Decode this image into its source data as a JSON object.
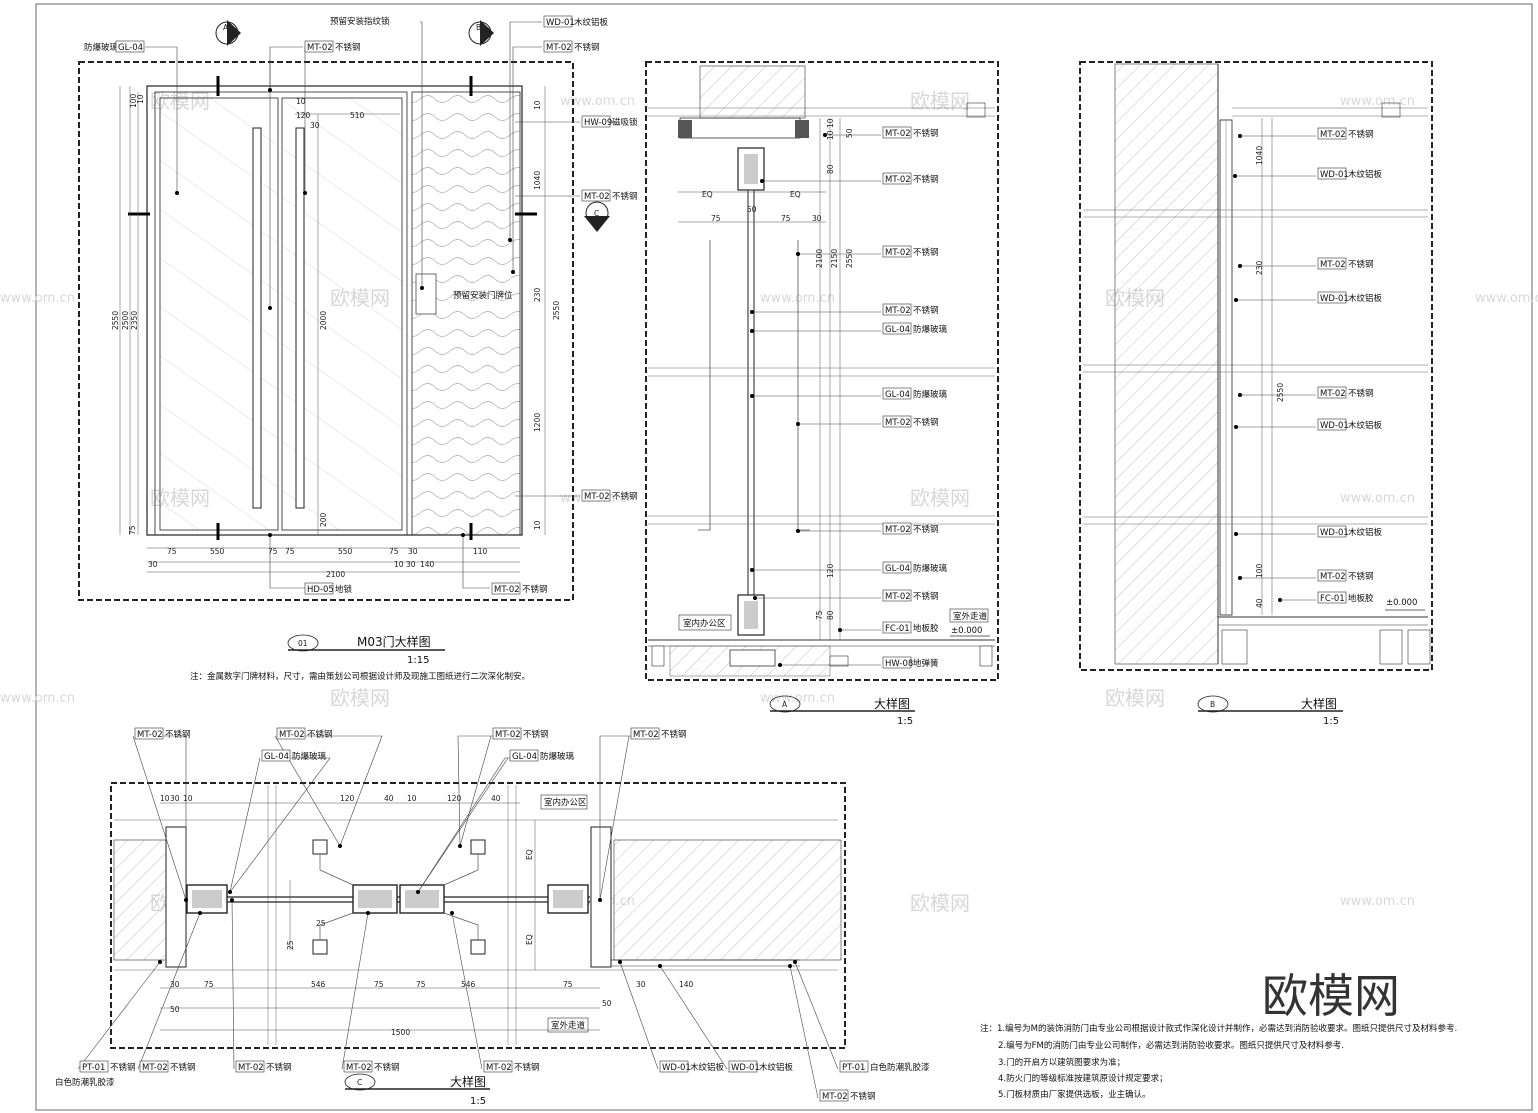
{
  "elevation": {
    "title_no": "01",
    "title": "M03门大样图",
    "scale": "1:15",
    "note": "注：金属数字门牌材料，尺寸，需由策划公司根据设计师及现施工图纸进行二次深化制安。",
    "section_marks": [
      "A",
      "B",
      "C"
    ],
    "labels": {
      "fingerprint_lock": "预留安装指纹锁",
      "gl04": "GL-04",
      "gl04_name": "防爆玻璃",
      "mt02": "MT-02",
      "mt02_name": "不锈钢",
      "wd01": "WD-01",
      "wd01_name": "木纹铝板",
      "hw09": "HW-09",
      "hw09_name": "磁吸锁",
      "door_plate": "预留安装门牌位",
      "hd05": "HD-05",
      "hd05_name": "地锁"
    },
    "dims_top": [
      "510",
      "120",
      "10",
      "30"
    ],
    "dims_left": [
      "2550",
      "2500",
      "2350",
      "75",
      "10",
      "100"
    ],
    "dims_mid": [
      "2000",
      "200"
    ],
    "dims_right": [
      "1040",
      "230",
      "1200",
      "2550",
      "10",
      "10"
    ],
    "dims_bottom": [
      "75",
      "550",
      "75",
      "75",
      "550",
      "75",
      "30",
      "10",
      "30",
      "30",
      "140",
      "110",
      "2100"
    ]
  },
  "detail_a": {
    "mark": "A",
    "title": "大样图",
    "scale": "1:5",
    "callouts": [
      {
        "code": "MT-02",
        "name": "不锈钢"
      },
      {
        "code": "MT-02",
        "name": "不锈钢"
      },
      {
        "code": "MT-02",
        "name": "不锈钢"
      },
      {
        "code": "MT-02",
        "name": "不锈钢"
      },
      {
        "code": "GL-04",
        "name": "防爆玻璃"
      },
      {
        "code": "GL-04",
        "name": "防爆玻璃"
      },
      {
        "code": "MT-02",
        "name": "不锈钢"
      },
      {
        "code": "MT-02",
        "name": "不锈钢"
      },
      {
        "code": "GL-04",
        "name": "防爆玻璃"
      },
      {
        "code": "MT-02",
        "name": "不锈钢"
      },
      {
        "code": "FC-01",
        "name": "地板胶"
      },
      {
        "code": "HW-08",
        "name": "地弹簧"
      }
    ],
    "room_inside": "室内办公区",
    "room_outside": "室外走道",
    "level": "±0.000",
    "dims": [
      "EQ",
      "EQ",
      "75",
      "75",
      "50",
      "30",
      "10",
      "10",
      "50",
      "80",
      "2150",
      "2550",
      "2100",
      "120",
      "75",
      "80"
    ]
  },
  "detail_b": {
    "mark": "B",
    "title": "大样图",
    "scale": "1:5",
    "callouts": [
      {
        "code": "MT-02",
        "name": "不锈钢"
      },
      {
        "code": "WD-01",
        "name": "木纹铝板"
      },
      {
        "code": "MT-02",
        "name": "不锈钢"
      },
      {
        "code": "WD-01",
        "name": "木纹铝板"
      },
      {
        "code": "MT-02",
        "name": "不锈钢"
      },
      {
        "code": "WD-01",
        "name": "木纹铝板"
      },
      {
        "code": "WD-01",
        "name": "木纹铝板"
      },
      {
        "code": "MT-02",
        "name": "不锈钢"
      },
      {
        "code": "FC-01",
        "name": "地板胶"
      }
    ],
    "level": "±0.000",
    "dims": [
      "1040",
      "230",
      "2550",
      "100",
      "40"
    ]
  },
  "detail_c": {
    "mark": "C",
    "title": "大样图",
    "scale": "1:5",
    "top_callouts": [
      {
        "code": "MT-02",
        "name": "不锈钢"
      },
      {
        "code": "MT-02",
        "name": "不锈钢"
      },
      {
        "code": "GL-04",
        "name": "防爆玻璃"
      },
      {
        "code": "MT-02",
        "name": "不锈钢"
      },
      {
        "code": "GL-04",
        "name": "防爆玻璃"
      },
      {
        "code": "MT-02",
        "name": "不锈钢"
      }
    ],
    "bottom_callouts": [
      {
        "code": "PT-01",
        "name": "不锈钢",
        "extra": "白色防潮乳胶漆"
      },
      {
        "code": "MT-02",
        "name": "不锈钢"
      },
      {
        "code": "MT-02",
        "name": "不锈钢"
      },
      {
        "code": "MT-02",
        "name": "不锈钢"
      },
      {
        "code": "MT-02",
        "name": "不锈钢"
      },
      {
        "code": "WD-01",
        "name": "木纹铝板"
      },
      {
        "code": "WD-01",
        "name": "木纹铝板"
      },
      {
        "code": "PT-01",
        "name": "白色防潮乳胶漆"
      },
      {
        "code": "MT-02",
        "name": "不锈钢"
      }
    ],
    "room_inside": "室内办公区",
    "room_outside": "室外走道",
    "dims_top": [
      "10",
      "30",
      "10",
      "120",
      "40",
      "10",
      "120",
      "40"
    ],
    "dims_bottom": [
      "30",
      "75",
      "546",
      "75",
      "75",
      "546",
      "75",
      "50",
      "30",
      "140",
      "1500",
      "50"
    ],
    "dims_side": [
      "EQ",
      "EQ",
      "25",
      "25"
    ]
  },
  "general_notes": [
    "注：1.编号为M的装饰消防门由专业公司根据设计款式作深化设计并制作，必需达到消防验收要求。图纸只提供尺寸及材料参考.",
    "2.编号为FM的消防门由专业公司制作，必需达到消防验收要求。图纸只提供尺寸及材料参考.",
    "3.门的开启方以建筑图要求为准；",
    "4.防火门的等级标准按建筑原设计规定要求；",
    "5.门板材质由厂家提供选板，业主确认。"
  ],
  "watermark": {
    "logo": "欧模网",
    "site": "www.om.cn"
  }
}
